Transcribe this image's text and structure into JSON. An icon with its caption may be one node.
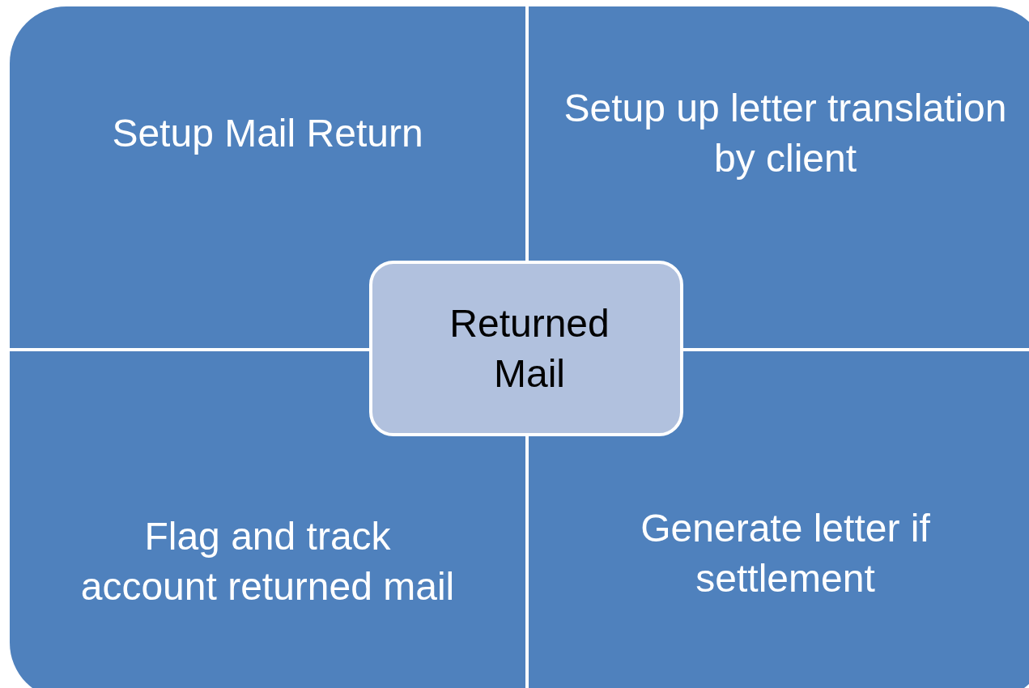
{
  "diagram": {
    "nodes": [
      {
        "text": [
          "Setup Mail Return"
        ]
      },
      {
        "text": [
          "Setup up letter translation by client"
        ]
      },
      {
        "text": [
          "Flag and track account returned mail"
        ]
      },
      {
        "text": [
          "Generate letter if settlement"
        ]
      },
      {
        "text": [
          "Returned Mail"
        ]
      }
    ]
  }
}
